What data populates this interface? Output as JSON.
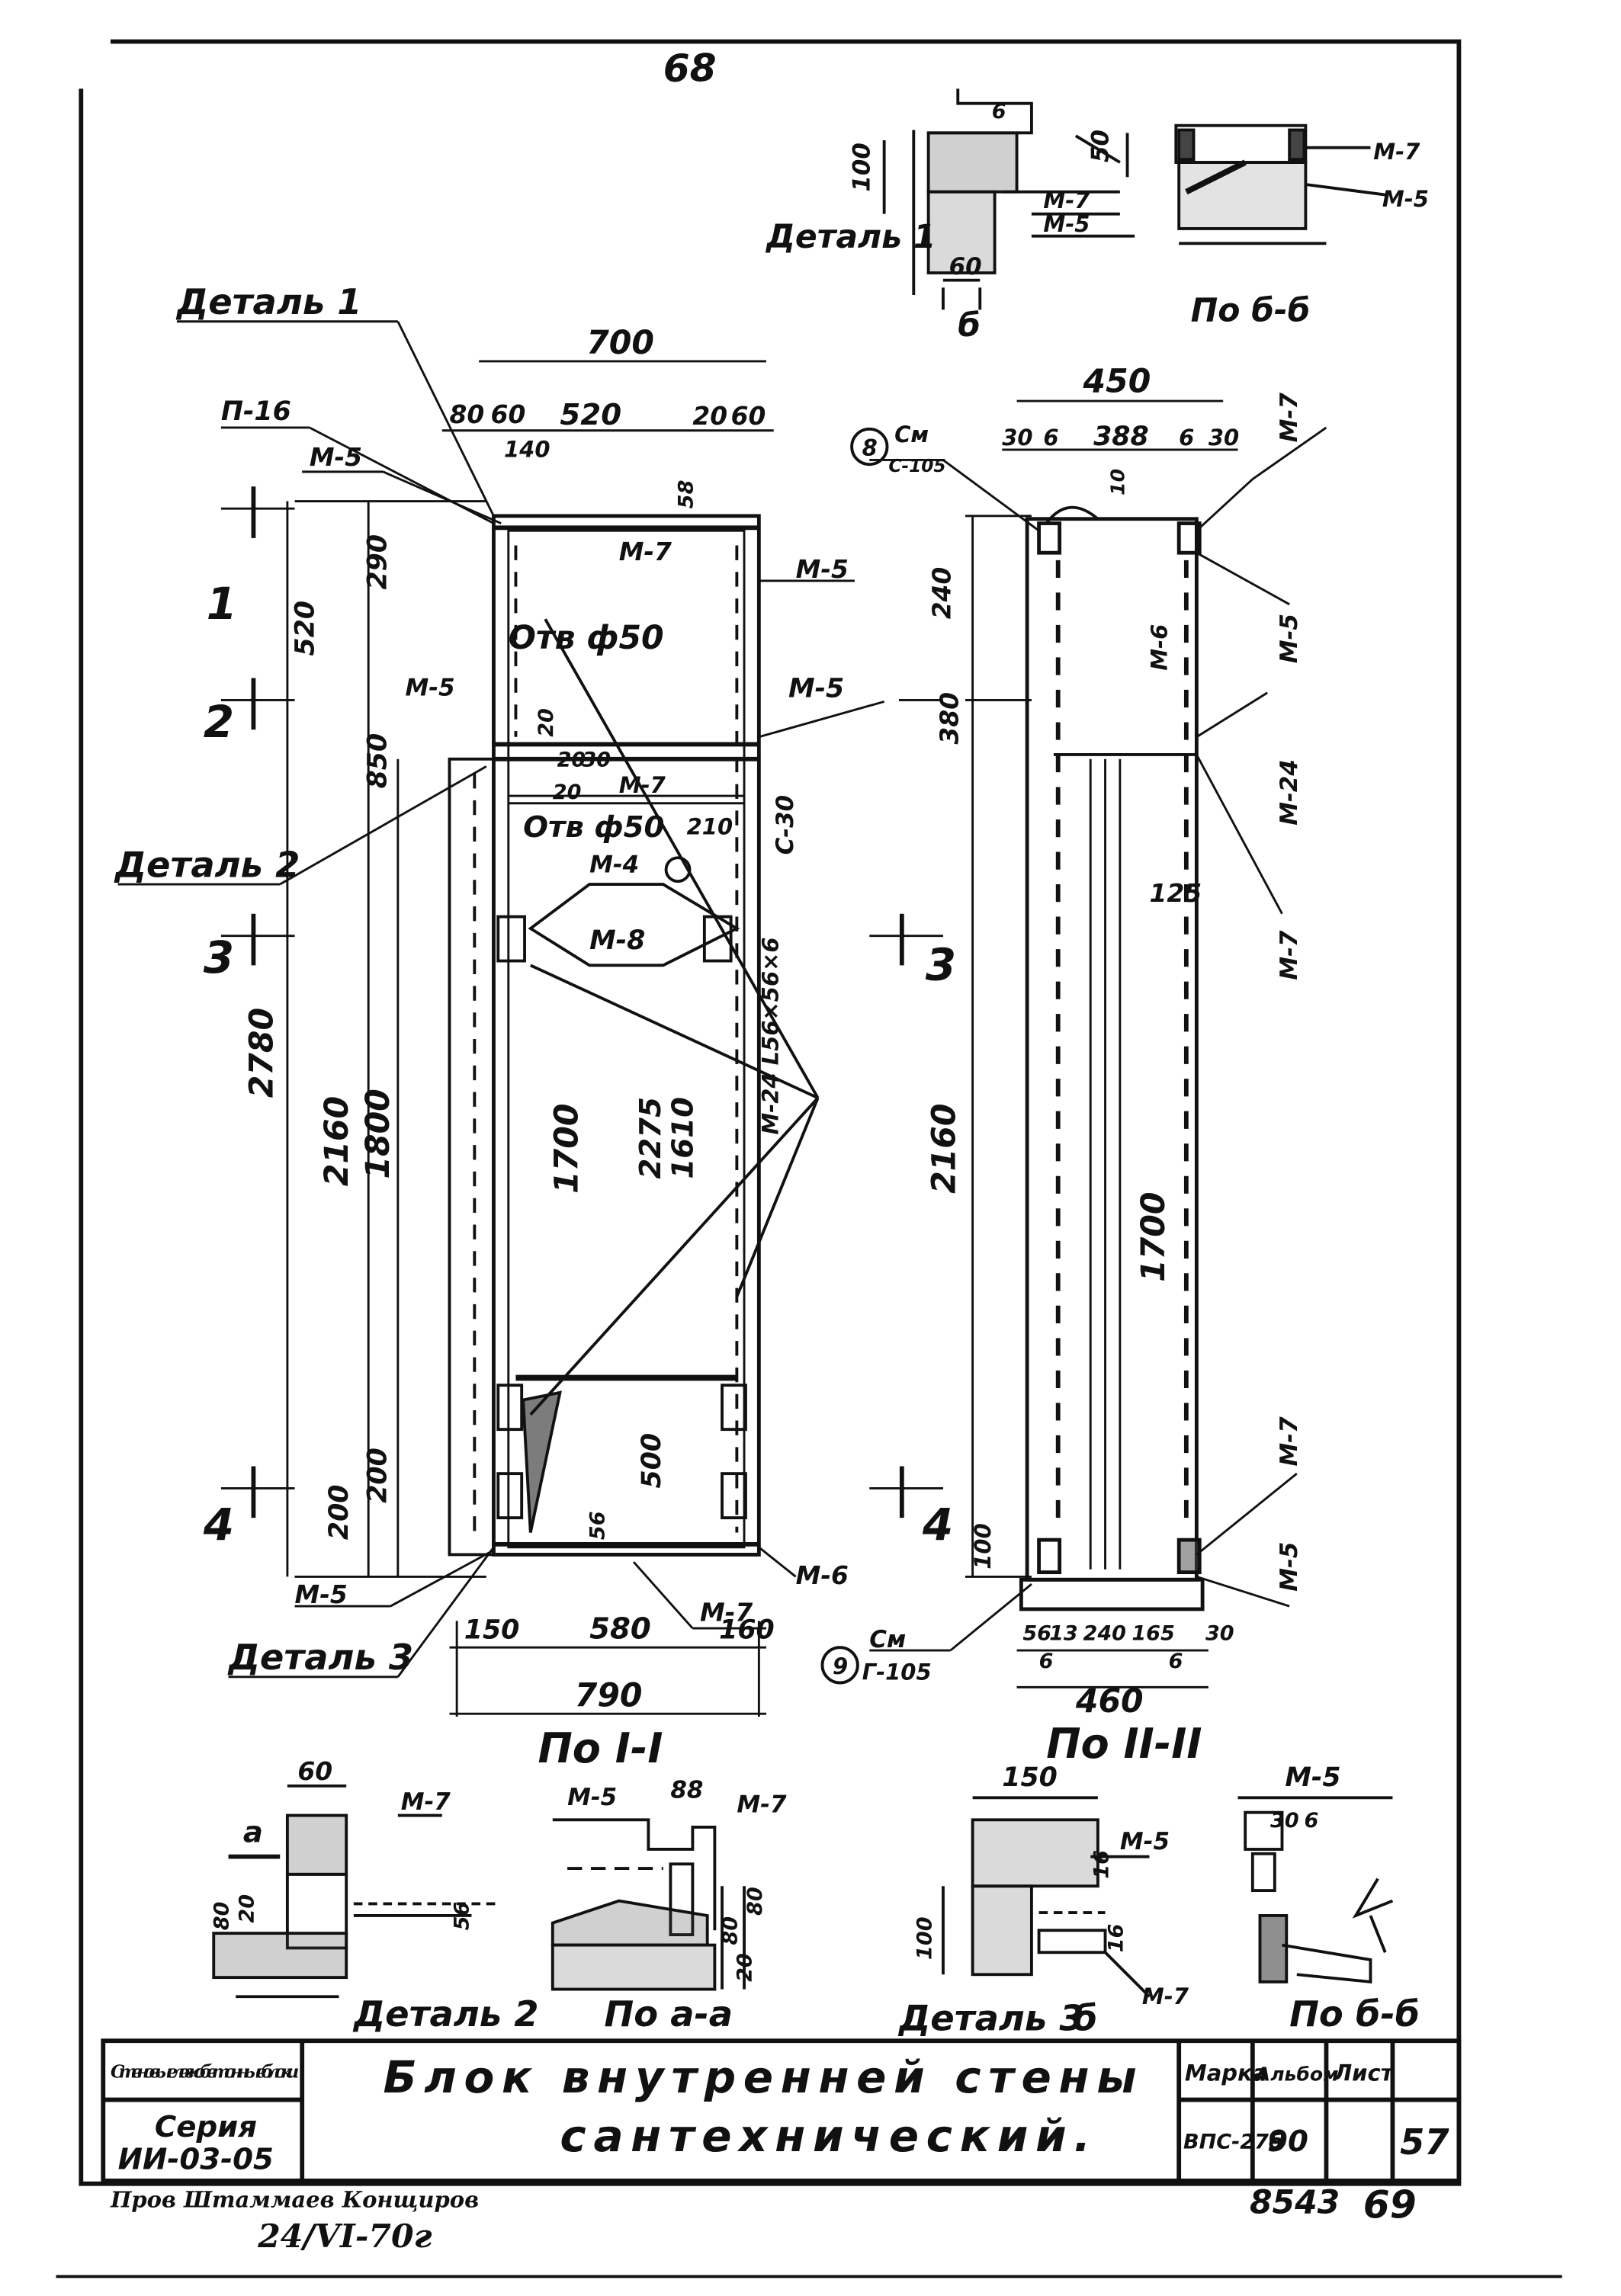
{
  "sheet": {
    "top_page_number": "68",
    "bottom_number": "8543",
    "bottom_page_number": "69",
    "signature": "Пров Штаммаев Конщиров",
    "signature_date": "24/VI-70г"
  },
  "title_block": {
    "category": "Стеновые легкобетонные блоки",
    "series_label": "Серия",
    "series_code": "ИИ-03-05",
    "title_line1": "Блок внутренней стены",
    "title_line2": "сантехнический.",
    "mark_header": "Марка",
    "mark_value": "ВПС-27б",
    "album_header": "Альбом",
    "album_value": "90",
    "sheet_header": "Лист",
    "sheet_value": "57"
  },
  "front_view": {
    "caption": "По I-I",
    "dims_top": [
      "700",
      "80",
      "60",
      "520",
      "20",
      "60",
      "140",
      "58"
    ],
    "dims_bottom": [
      "150",
      "580",
      "160",
      "790"
    ],
    "dims_left": [
      "520",
      "290",
      "850",
      "2780",
      "2160",
      "1800",
      "200",
      "200",
      "20",
      "20"
    ],
    "dims_inner": [
      "1700",
      "2275",
      "1610",
      "500",
      "56",
      "20",
      "210",
      "30"
    ],
    "labels": [
      "П-16",
      "М-5",
      "М-7",
      "М-5",
      "Отв ф50",
      "М-5",
      "М-5",
      "М-7",
      "Отв ф50",
      "М-4",
      "М-8",
      "С-30",
      "М-24 L56×56×6",
      "М-5",
      "М-7",
      "М-6"
    ],
    "section_marks": [
      "1",
      "2",
      "3",
      "4",
      "3",
      "4"
    ],
    "detail_refs": [
      "Деталь 1",
      "Деталь 2",
      "Деталь 3"
    ]
  },
  "side_view": {
    "caption": "По II-II",
    "dims_top": [
      "450",
      "30",
      "6",
      "388",
      "6",
      "30",
      "10"
    ],
    "dims_bottom": [
      "56",
      "13",
      "240",
      "165",
      "30",
      "6",
      "6",
      "460"
    ],
    "dims_left": [
      "240",
      "380",
      "2160",
      "100"
    ],
    "dims_inner": [
      "1700",
      "125"
    ],
    "labels": [
      "М-7",
      "М-5",
      "М-6",
      "М-24",
      "М-7",
      "М-7",
      "М-5"
    ],
    "circle_marks": [
      {
        "num": "8",
        "top": "См",
        "bottom": "С-105"
      },
      {
        "num": "9",
        "top": "См",
        "bottom": "Г-105"
      }
    ]
  },
  "detail1": {
    "caption": "Деталь 1",
    "labels": [
      "М-7",
      "М-5"
    ],
    "dims": [
      "100",
      "50",
      "60",
      "6",
      "б"
    ],
    "section_caption": "По б-б",
    "section_labels": [
      "М-7",
      "М-5"
    ]
  },
  "bottom_details": [
    {
      "caption": "Деталь 2",
      "labels": [
        "а",
        "М-7"
      ],
      "dims": [
        "60",
        "80",
        "20",
        "56"
      ]
    },
    {
      "caption": "По а-а",
      "labels": [
        "М-5",
        "М-7"
      ],
      "dims": [
        "88",
        "80",
        "80",
        "20"
      ]
    },
    {
      "caption": "Деталь 3",
      "labels": [
        "М-5",
        "М-7"
      ],
      "dims": [
        "150",
        "16",
        "100",
        "16"
      ]
    },
    {
      "caption": "По б-б",
      "labels": [
        "М-5"
      ],
      "dims": [
        "30",
        "6"
      ]
    },
    {
      "caption": "б",
      "labels": [],
      "dims": []
    }
  ]
}
